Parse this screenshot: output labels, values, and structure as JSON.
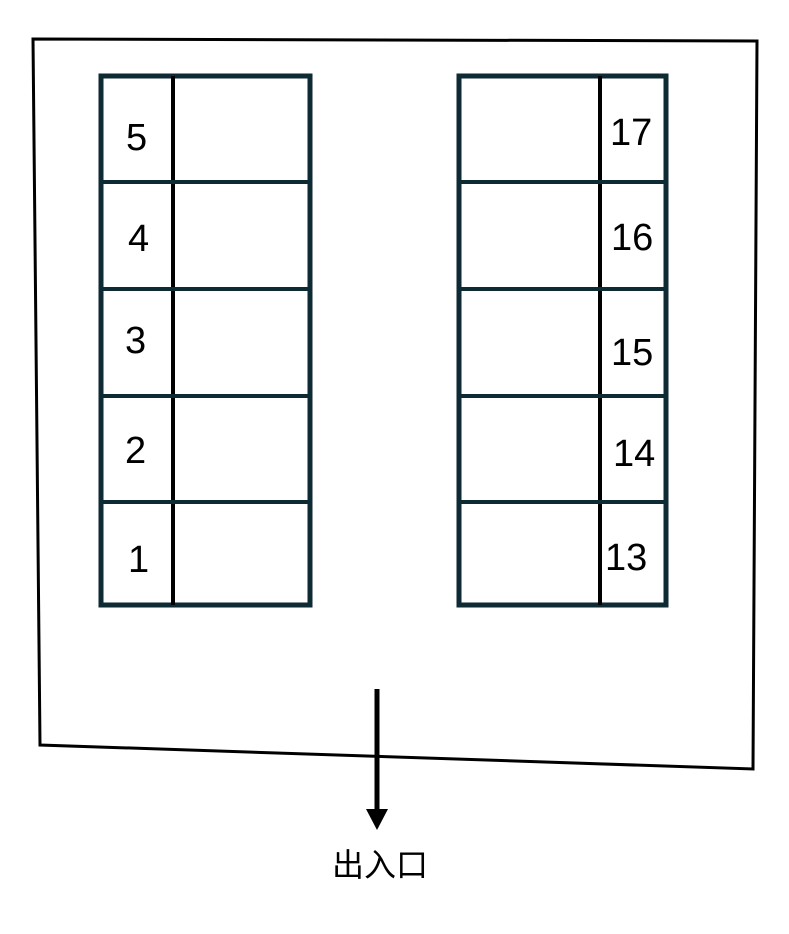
{
  "colors": {
    "lot_outline": "#000000",
    "stall_border": "#0e2a33",
    "stall_divider": "#000000",
    "arrow": "#000000"
  },
  "left_block": {
    "stalls": [
      {
        "number": "5"
      },
      {
        "number": "4"
      },
      {
        "number": "3"
      },
      {
        "number": "2"
      },
      {
        "number": "1"
      }
    ]
  },
  "right_block": {
    "stalls": [
      {
        "number": "17"
      },
      {
        "number": "16"
      },
      {
        "number": "15"
      },
      {
        "number": "14"
      },
      {
        "number": "13"
      }
    ]
  },
  "exit": {
    "label": "出入口",
    "arrow_icon": "arrow-down-icon"
  }
}
